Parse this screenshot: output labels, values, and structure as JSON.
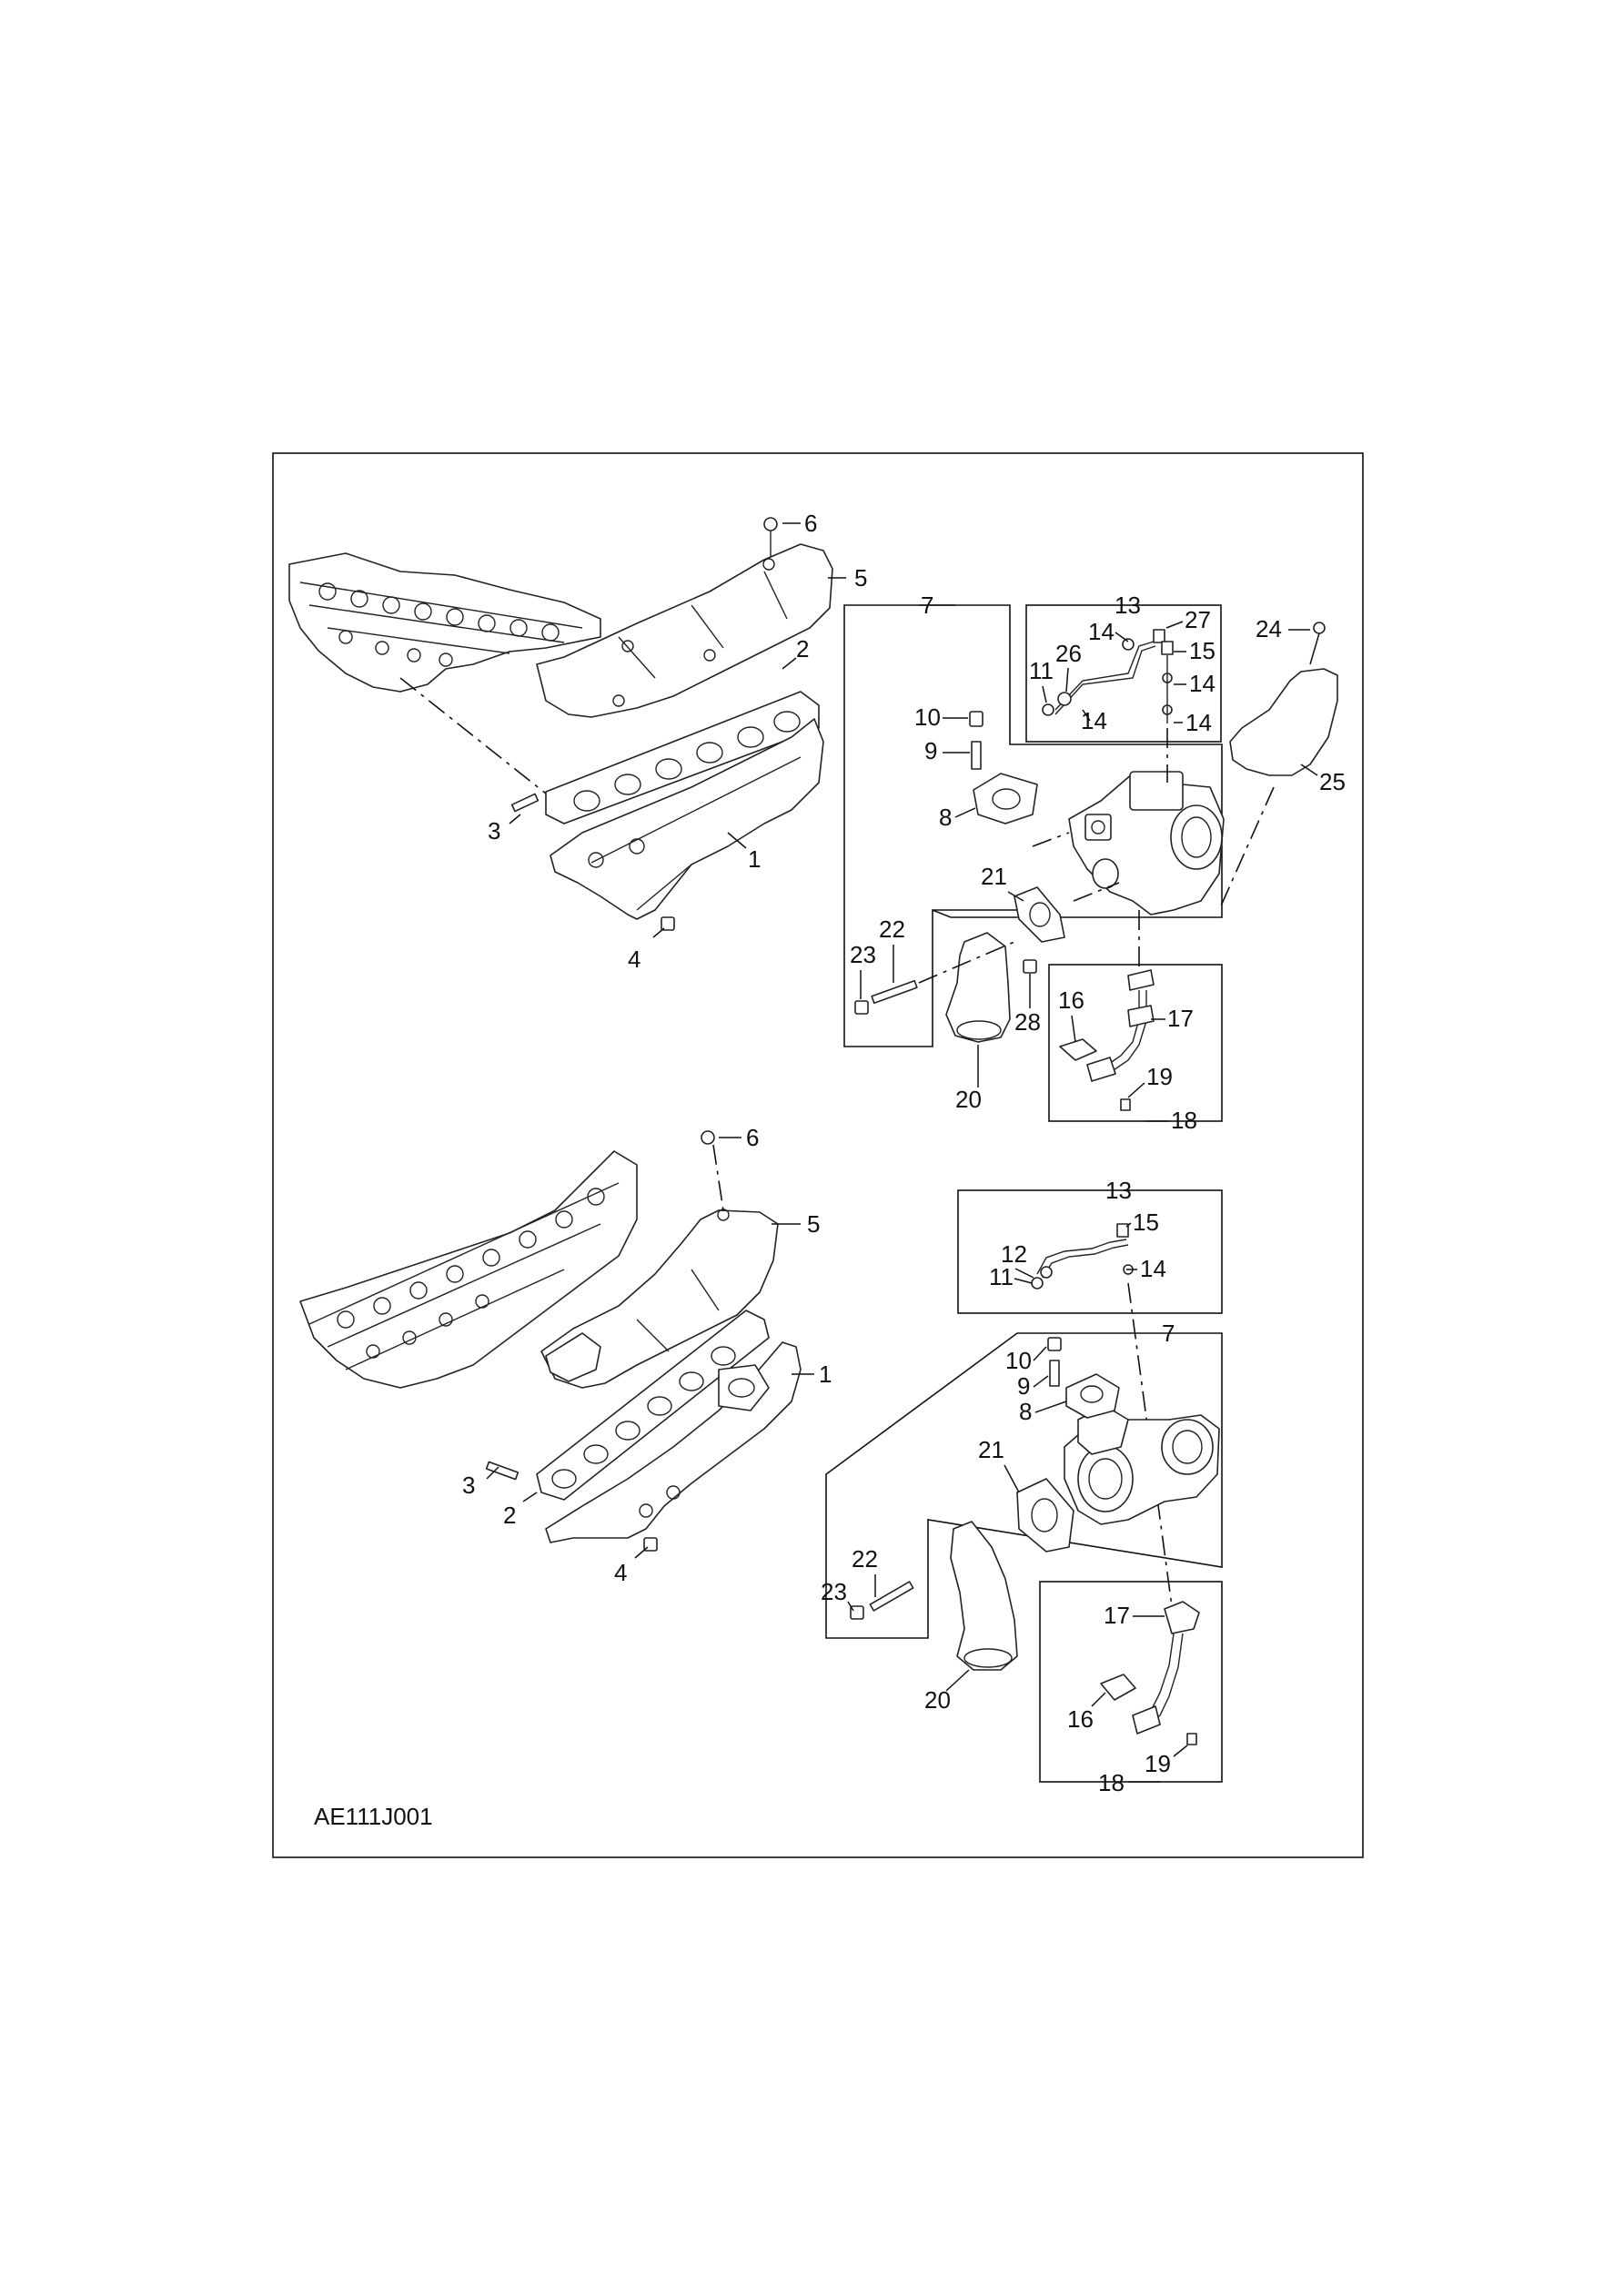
{
  "drawing_code": "AE111J001",
  "upper_assembly": {
    "callouts": {
      "c1": "1",
      "c2": "2",
      "c3": "3",
      "c4": "4",
      "c5": "5",
      "c6": "6",
      "c7": "7",
      "c8": "8",
      "c9": "9",
      "c10": "10",
      "c11": "11",
      "c13": "13",
      "c14a": "14",
      "c14b": "14",
      "c14c": "14",
      "c14d": "14",
      "c15": "15",
      "c16": "16",
      "c17": "17",
      "c18": "18",
      "c19": "19",
      "c20": "20",
      "c21": "21",
      "c22": "22",
      "c23": "23",
      "c24": "24",
      "c25": "25",
      "c26": "26",
      "c27": "27",
      "c28": "28"
    }
  },
  "lower_assembly": {
    "callouts": {
      "c1": "1",
      "c2": "2",
      "c3": "3",
      "c4": "4",
      "c5": "5",
      "c6": "6",
      "c7": "7",
      "c8": "8",
      "c9": "9",
      "c10": "10",
      "c11": "11",
      "c12": "12",
      "c13": "13",
      "c14": "14",
      "c15": "15",
      "c16": "16",
      "c17": "17",
      "c18": "18",
      "c19": "19",
      "c20": "20",
      "c21": "21",
      "c22": "22",
      "c23": "23"
    }
  }
}
